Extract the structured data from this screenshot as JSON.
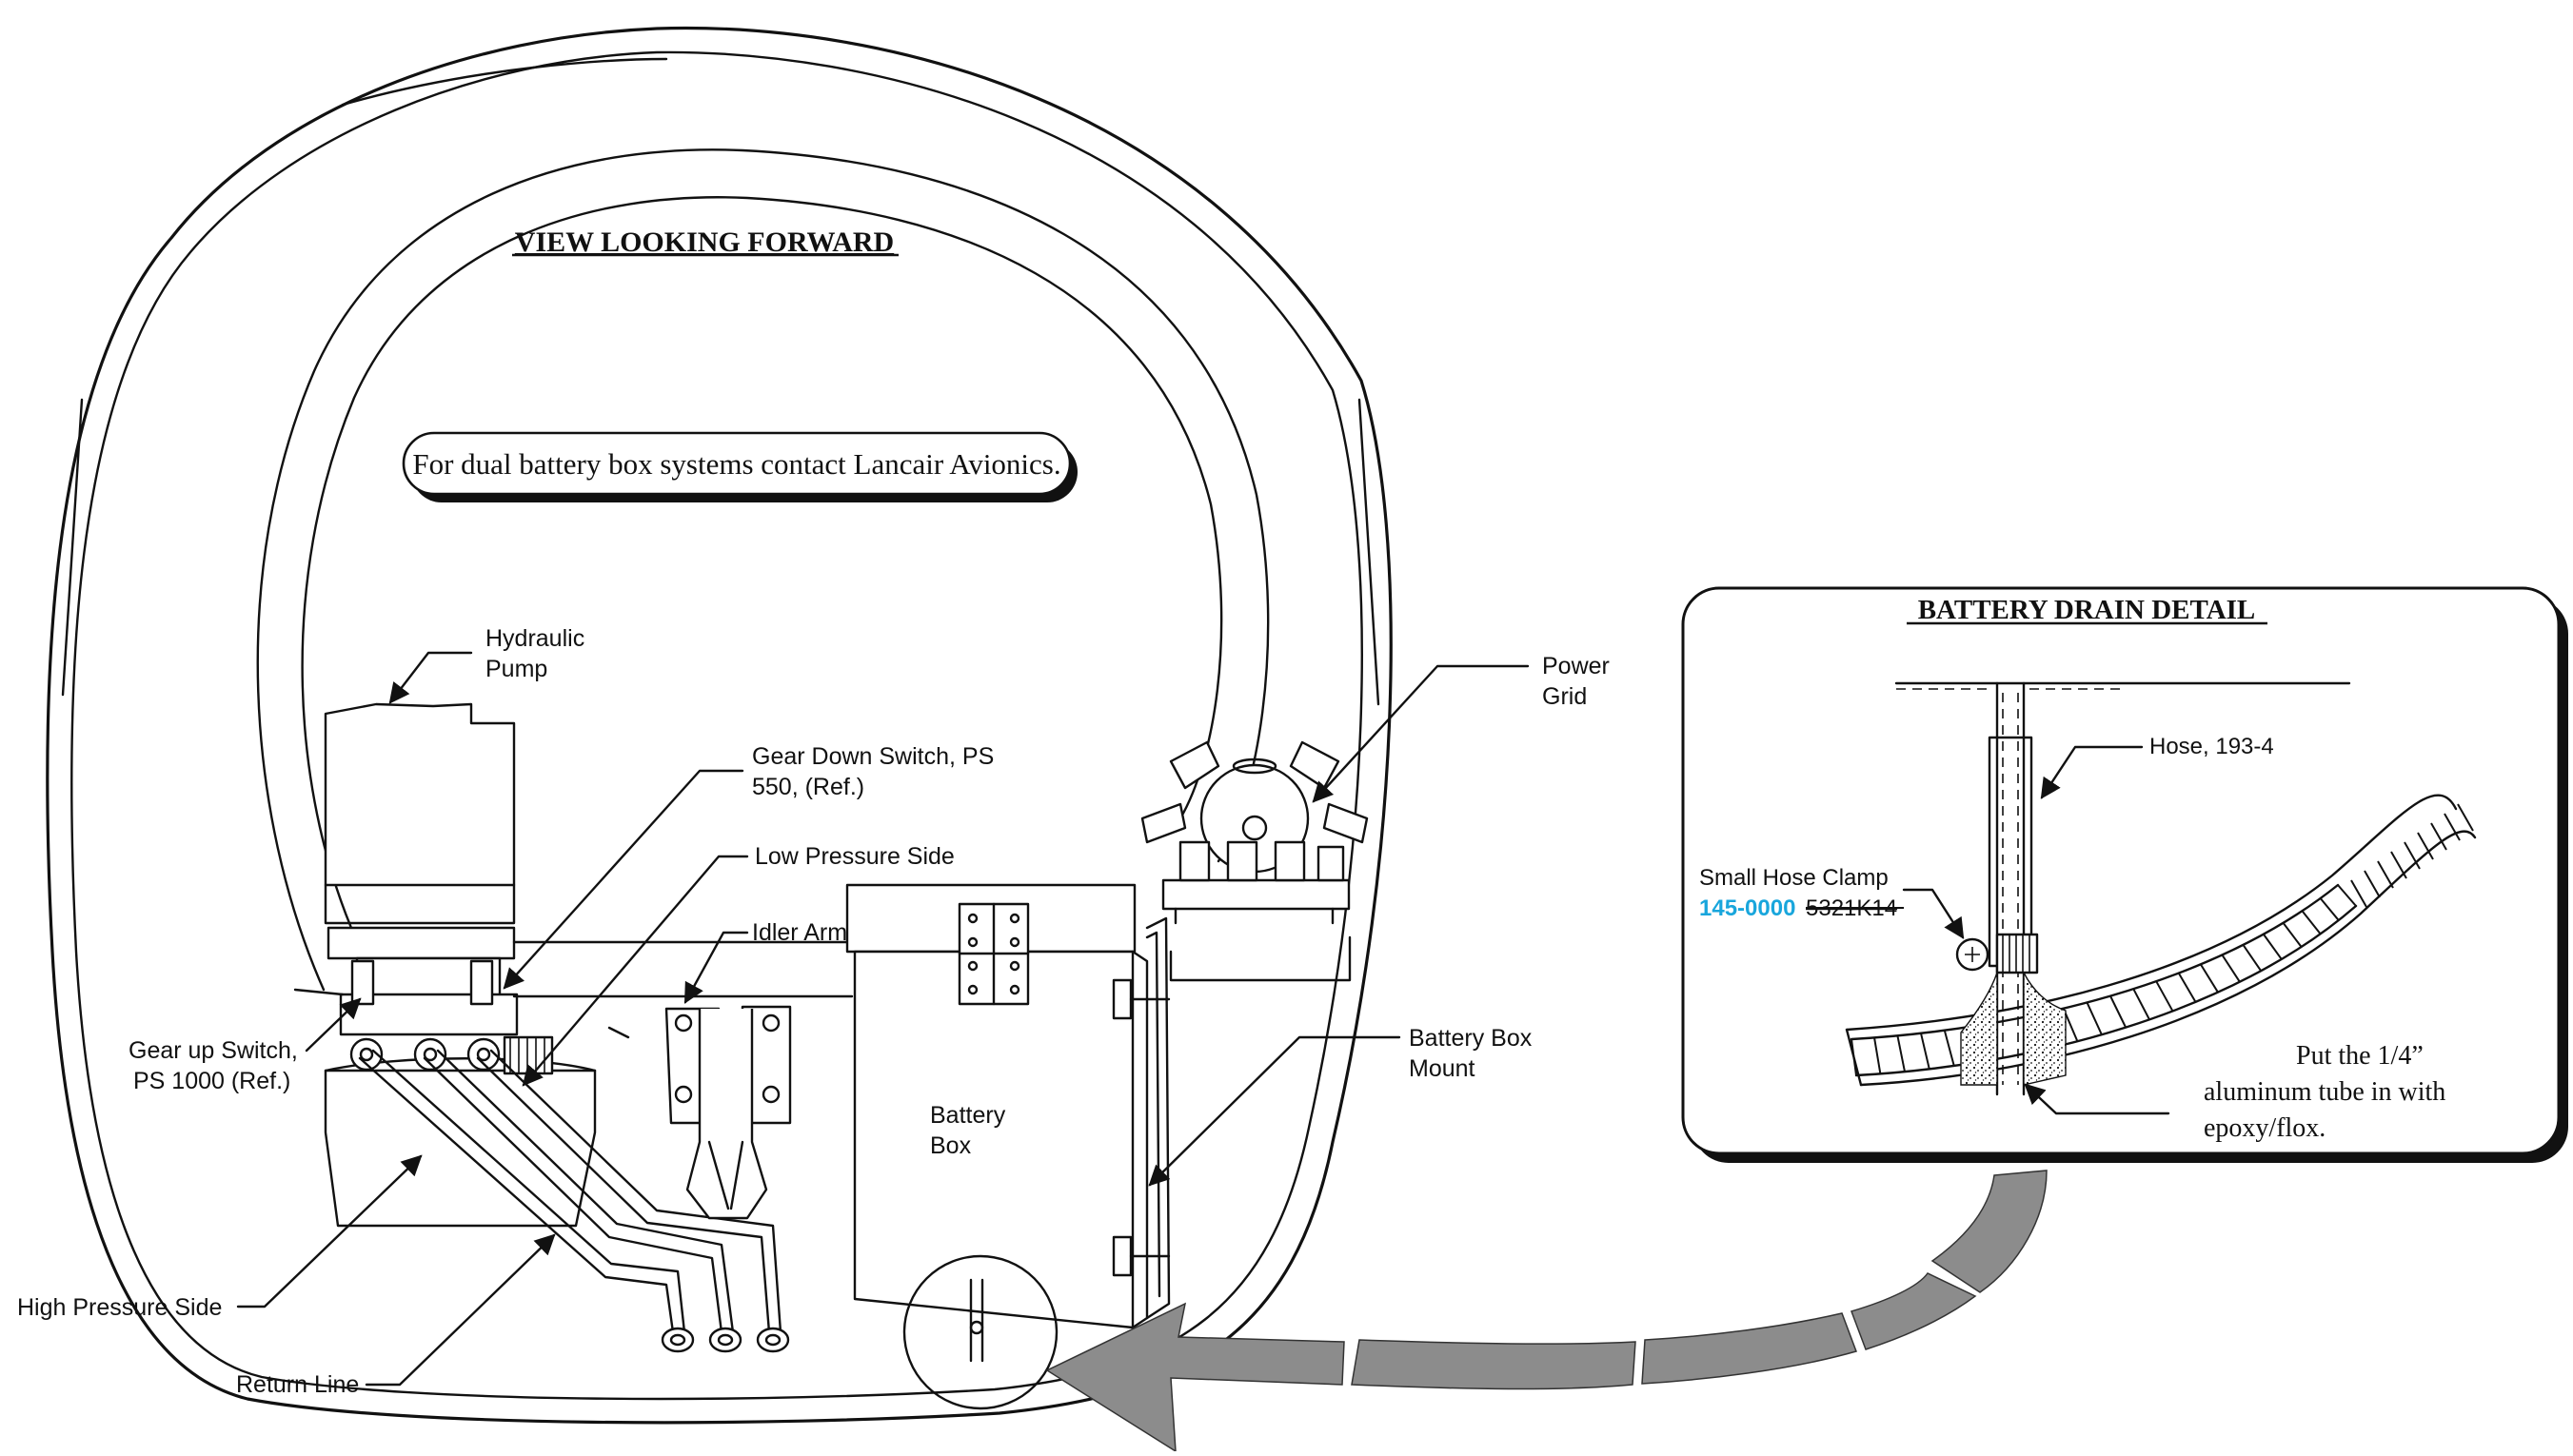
{
  "title": "VIEW LOOKING FORWARD",
  "note": "For dual battery box systems contact Lancair Avionics.",
  "labels": {
    "hydraulic_pump": [
      "Hydraulic",
      "Pump"
    ],
    "gear_down_switch": [
      "Gear Down Switch, PS",
      "550, (Ref.)"
    ],
    "low_pressure_side": "Low Pressure Side",
    "idler_arm": "Idler Arm",
    "gear_up_switch": [
      "Gear up Switch,",
      "PS 1000  (Ref.)"
    ],
    "high_pressure_side": "High Pressure Side",
    "return_line": "Return Line",
    "battery_box": [
      "Battery",
      "Box"
    ],
    "power_grid": [
      "Power",
      "Grid"
    ],
    "battery_box_mount": [
      "Battery Box",
      "Mount"
    ]
  },
  "detail": {
    "title": "BATTERY DRAIN DETAIL",
    "hose": "Hose, 193-4",
    "clamp_label": "Small Hose Clamp",
    "clamp_part_new": "145-0000",
    "clamp_part_old": "5321K14",
    "note": [
      "Put the 1/4”",
      "aluminum tube in with",
      "epoxy/flox."
    ]
  },
  "colors": {
    "ink": "#111111",
    "part_number_highlight": "#19a6dc",
    "arrow_fill": "#8c8c8c"
  }
}
